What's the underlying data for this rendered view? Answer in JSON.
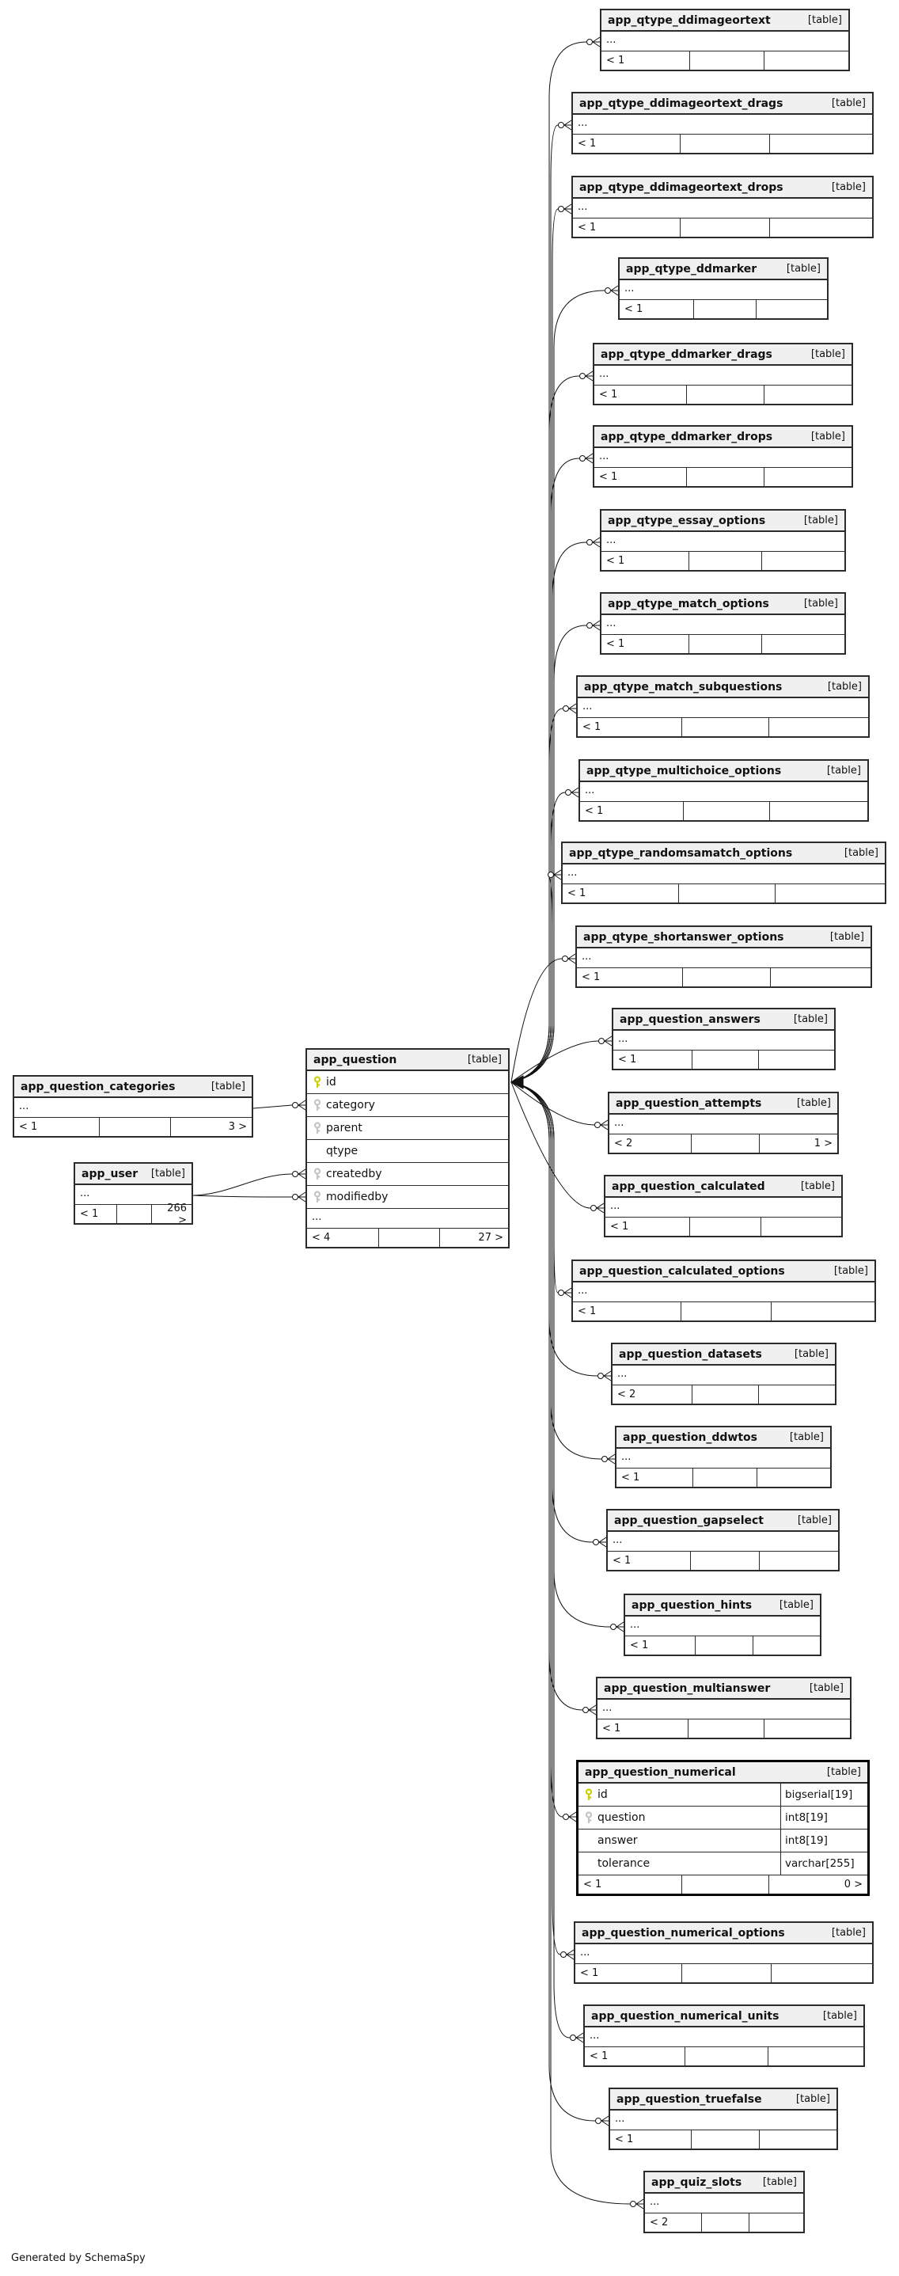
{
  "badge": "[table]",
  "ellipsis": "...",
  "footer": {
    "text": "Generated by SchemaSpy"
  },
  "colors": {
    "pk_key": "#ccd000",
    "fk_key": "#c4c4c4",
    "header_bg": "#f0f0f0",
    "border": "#2b2b2b",
    "edge": "#111111"
  },
  "simple_tables": [
    {
      "name": "app_qtype_ddimageortext",
      "stats_left": "< 1",
      "stats_right": ""
    },
    {
      "name": "app_qtype_ddimageortext_drags",
      "stats_left": "< 1",
      "stats_right": ""
    },
    {
      "name": "app_qtype_ddimageortext_drops",
      "stats_left": "< 1",
      "stats_right": ""
    },
    {
      "name": "app_qtype_ddmarker",
      "stats_left": "< 1",
      "stats_right": ""
    },
    {
      "name": "app_qtype_ddmarker_drags",
      "stats_left": "< 1",
      "stats_right": ""
    },
    {
      "name": "app_qtype_ddmarker_drops",
      "stats_left": "< 1",
      "stats_right": ""
    },
    {
      "name": "app_qtype_essay_options",
      "stats_left": "< 1",
      "stats_right": ""
    },
    {
      "name": "app_qtype_match_options",
      "stats_left": "< 1",
      "stats_right": ""
    },
    {
      "name": "app_qtype_match_subquestions",
      "stats_left": "< 1",
      "stats_right": ""
    },
    {
      "name": "app_qtype_multichoice_options",
      "stats_left": "< 1",
      "stats_right": ""
    },
    {
      "name": "app_qtype_randomsamatch_options",
      "stats_left": "< 1",
      "stats_right": ""
    },
    {
      "name": "app_qtype_shortanswer_options",
      "stats_left": "< 1",
      "stats_right": ""
    },
    {
      "name": "app_question_answers",
      "stats_left": "< 1",
      "stats_right": ""
    },
    {
      "name": "app_question_attempts",
      "stats_left": "< 2",
      "stats_right": "1 >"
    },
    {
      "name": "app_question_calculated",
      "stats_left": "< 1",
      "stats_right": ""
    },
    {
      "name": "app_question_calculated_options",
      "stats_left": "< 1",
      "stats_right": ""
    },
    {
      "name": "app_question_datasets",
      "stats_left": "< 2",
      "stats_right": ""
    },
    {
      "name": "app_question_ddwtos",
      "stats_left": "< 1",
      "stats_right": ""
    },
    {
      "name": "app_question_gapselect",
      "stats_left": "< 1",
      "stats_right": ""
    },
    {
      "name": "app_question_hints",
      "stats_left": "< 1",
      "stats_right": ""
    },
    {
      "name": "app_question_multianswer",
      "stats_left": "< 1",
      "stats_right": ""
    },
    {
      "name": "app_question_numerical_options",
      "stats_left": "< 1",
      "stats_right": ""
    },
    {
      "name": "app_question_numerical_units",
      "stats_left": "< 1",
      "stats_right": ""
    },
    {
      "name": "app_question_truefalse",
      "stats_left": "< 1",
      "stats_right": ""
    },
    {
      "name": "app_quiz_slots",
      "stats_left": "< 2",
      "stats_right": ""
    },
    {
      "name": "app_question_categories",
      "stats_left": "< 1",
      "stats_right": "3 >"
    },
    {
      "name": "app_user",
      "stats_left": "< 1",
      "stats_right": "266 >"
    }
  ],
  "question_table": {
    "name": "app_question",
    "columns": [
      {
        "icon": "primary-key",
        "name": "id"
      },
      {
        "icon": "foreign-key",
        "name": "category"
      },
      {
        "icon": "foreign-key",
        "name": "parent"
      },
      {
        "icon": "none",
        "name": "qtype"
      },
      {
        "icon": "foreign-key",
        "name": "createdby"
      },
      {
        "icon": "foreign-key",
        "name": "modifiedby"
      }
    ],
    "more": "...",
    "stats_left": "< 4",
    "stats_right": "27 >"
  },
  "numerical_table": {
    "name": "app_question_numerical",
    "columns": [
      {
        "icon": "primary-key",
        "name": "id",
        "type": "bigserial[19]"
      },
      {
        "icon": "foreign-key",
        "name": "question",
        "type": "int8[19]"
      },
      {
        "icon": "none",
        "name": "answer",
        "type": "int8[19]"
      },
      {
        "icon": "none",
        "name": "tolerance",
        "type": "varchar[255]"
      }
    ],
    "stats_left": "< 1",
    "stats_right": "0 >"
  }
}
